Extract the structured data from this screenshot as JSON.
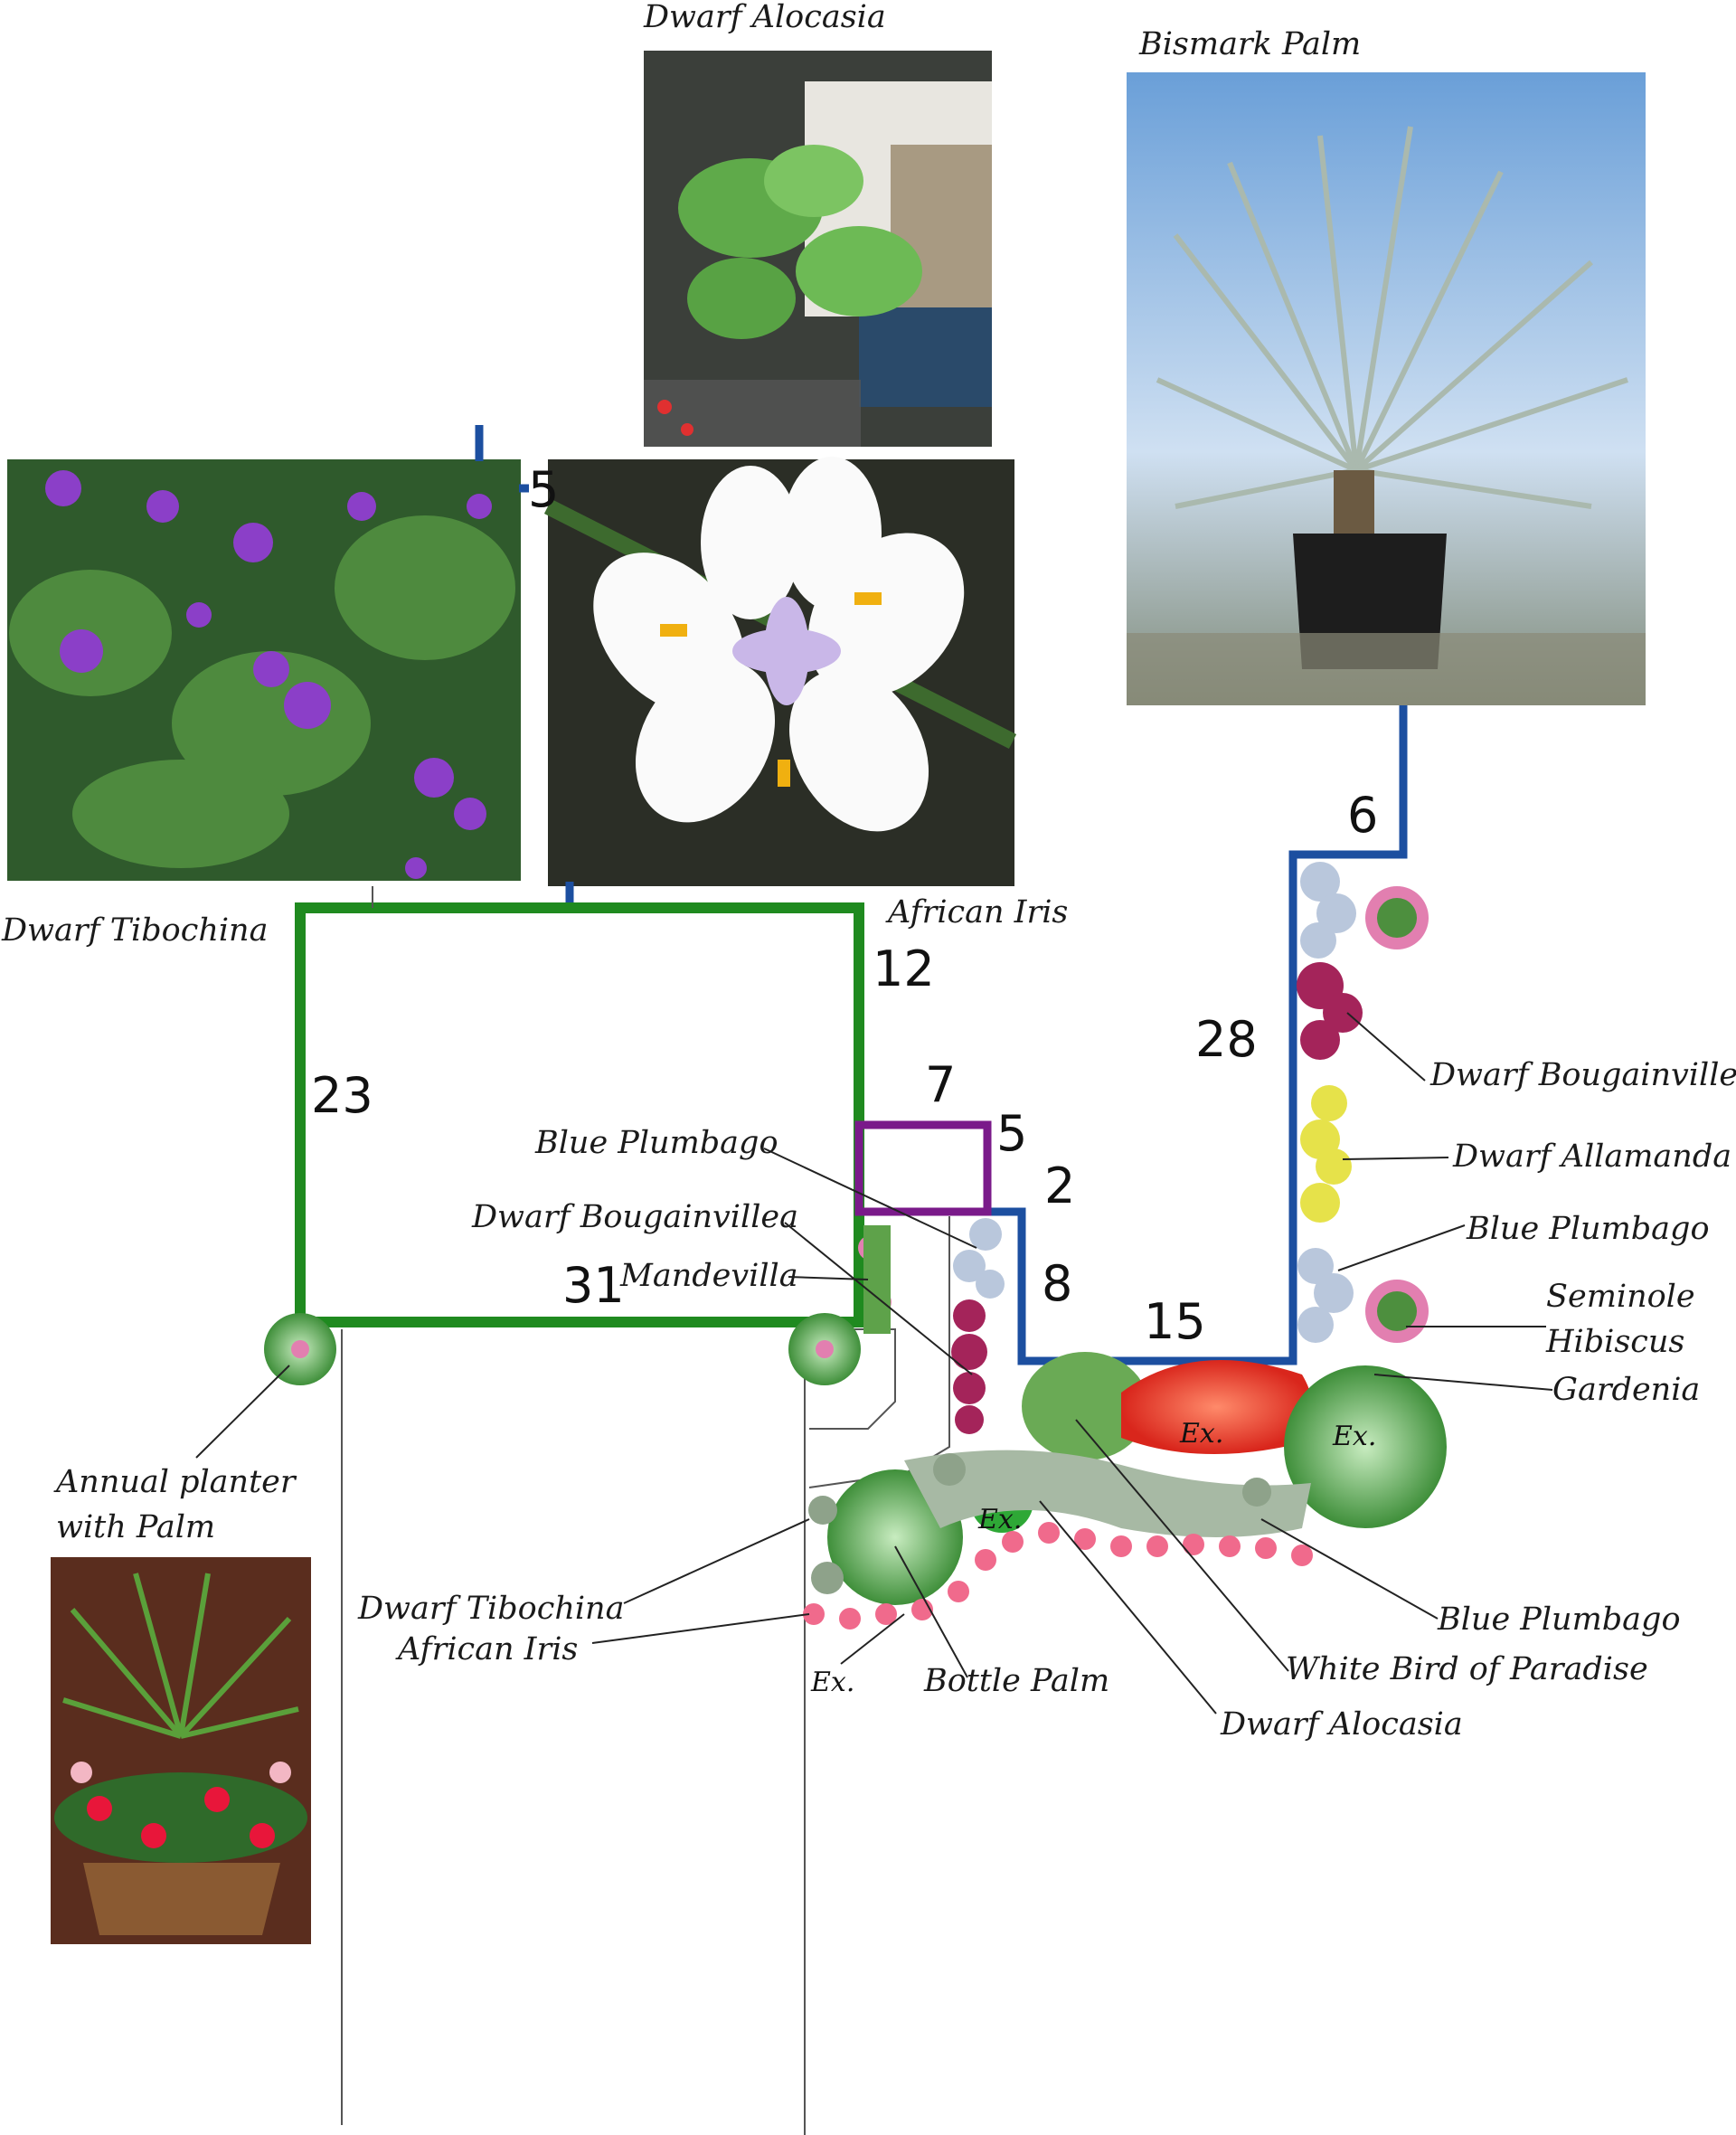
{
  "photo_captions": {
    "dwarf_alocasia": "Dwarf Alocasia",
    "bismark_palm": "Bismark Palm",
    "dwarf_tibochina": "Dwarf Tibochina",
    "african_iris": "African Iris",
    "annual_planter_line1": "Annual planter",
    "annual_planter_line2": "with Palm"
  },
  "dimensions": {
    "d5_top": "5",
    "d6": "6",
    "d12": "12",
    "d28": "28",
    "d23": "23",
    "d7": "7",
    "d5": "5",
    "d2": "2",
    "d8": "8",
    "d15": "15",
    "d31": "31"
  },
  "callouts": {
    "blue_plumbago_left": "Blue Plumbago",
    "dwarf_bougainvillea_left": "Dwarf Bougainvillea",
    "mandevilla": "Mandevilla",
    "dwarf_bougainvillea_right": "Dwarf Bougainvillea",
    "dwarf_allamanda": "Dwarf Allamanda",
    "blue_plumbago_right": "Blue Plumbago",
    "seminole_line1": "Seminole",
    "seminole_line2": "Hibiscus",
    "gardenia": "Gardenia",
    "dwarf_tibochina_bed": "Dwarf Tibochina",
    "african_iris_bed": "African Iris",
    "blue_plumbago_bottom": "Blue Plumbago",
    "white_bird": "White Bird of Paradise",
    "bottle_palm": "Bottle Palm",
    "dwarf_alocasia_bed": "Dwarf Alocasia",
    "ex_1": "Ex.",
    "ex_2": "Ex.",
    "ex_3": "Ex.",
    "ex_4": "Ex."
  },
  "colors": {
    "green_wall": "#1f8a1f",
    "blue_wall": "#1c4fa0",
    "purple_box": "#7a1a8a"
  }
}
